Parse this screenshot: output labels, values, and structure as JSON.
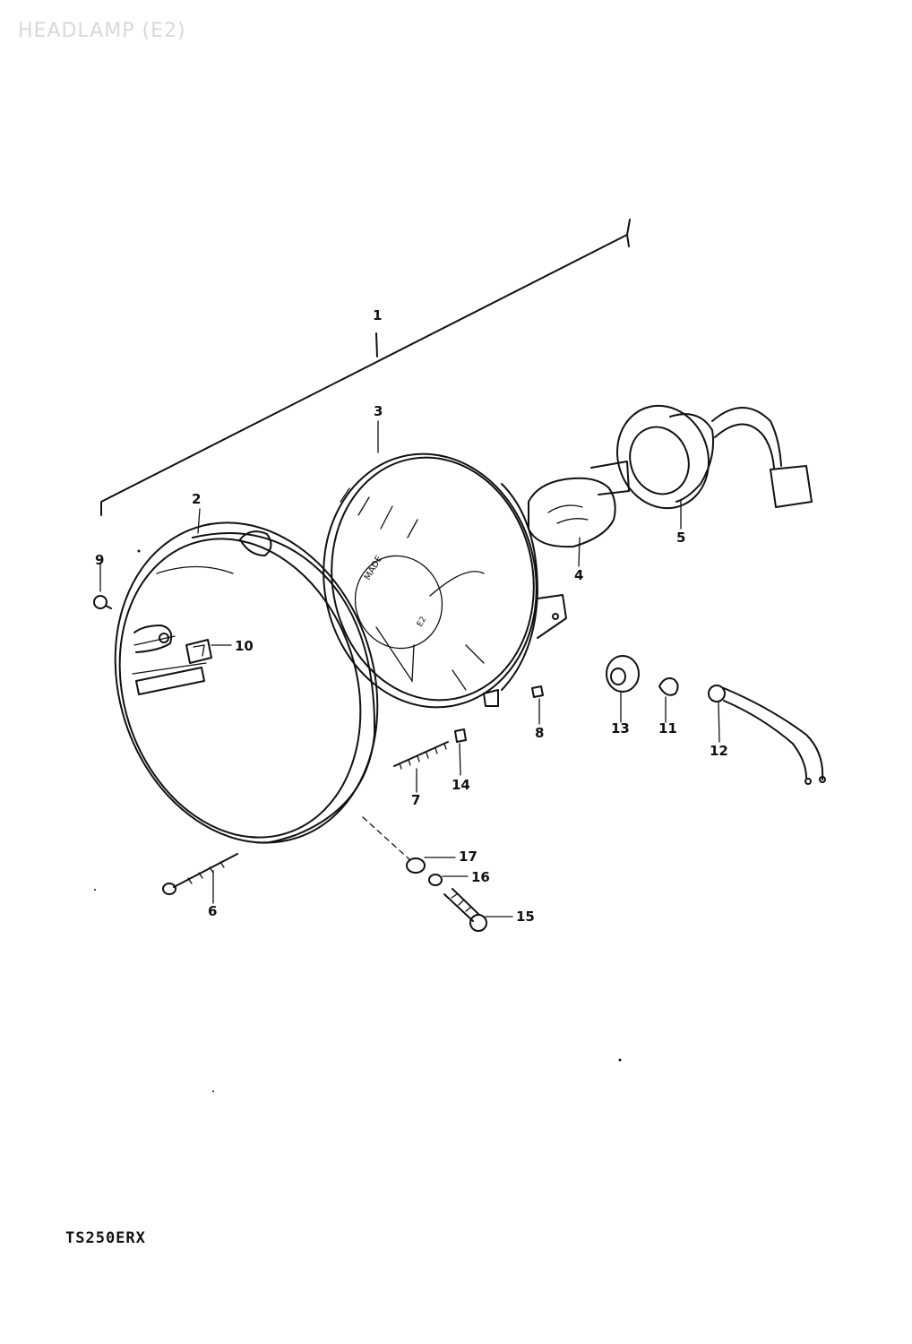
{
  "header": {
    "watermark": "HEADLAMP (E2)"
  },
  "footer": {
    "model_code": "TS250ERX"
  },
  "colors": {
    "ink": "#111111",
    "watermark": "#d8d8d8",
    "paper": "#ffffff"
  },
  "parts": [
    {
      "id": "p1",
      "label": "1"
    },
    {
      "id": "p2",
      "label": "2"
    },
    {
      "id": "p3",
      "label": "3"
    },
    {
      "id": "p4",
      "label": "4"
    },
    {
      "id": "p5",
      "label": "5"
    },
    {
      "id": "p6",
      "label": "6"
    },
    {
      "id": "p7",
      "label": "7"
    },
    {
      "id": "p8",
      "label": "8"
    },
    {
      "id": "p9",
      "label": "9"
    },
    {
      "id": "p10",
      "label": "10"
    },
    {
      "id": "p11",
      "label": "11"
    },
    {
      "id": "p12",
      "label": "12"
    },
    {
      "id": "p13",
      "label": "13"
    },
    {
      "id": "p14",
      "label": "14"
    },
    {
      "id": "p15",
      "label": "15"
    },
    {
      "id": "p16",
      "label": "16"
    },
    {
      "id": "p17",
      "label": "17"
    }
  ]
}
